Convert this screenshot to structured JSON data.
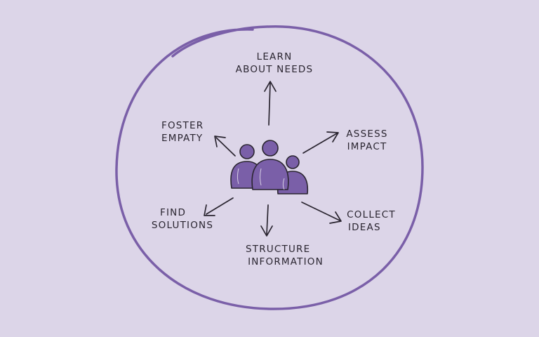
{
  "colors": {
    "background": "#dcd5e8",
    "circle": "#7a5fa8",
    "figures": "#7a5fa8",
    "ink": "#2a2530"
  },
  "labels": {
    "learn_needs": {
      "line1": "LEARN",
      "line2": "ABOUT NEEDS"
    },
    "foster_empathy": {
      "line1": "FOSTER",
      "line2": "EMPATY"
    },
    "assess_impact": {
      "line1": "ASSESS",
      "line2": "IMPACT"
    },
    "find_solutions": {
      "line1": "FIND",
      "line2": "SOLUTIONS"
    },
    "collect_ideas": {
      "line1": "COLLECT",
      "line2": "IDEAS"
    },
    "structure_information": {
      "line1": "STRUCTURE",
      "line2": "INFORMATION"
    }
  },
  "icons": {
    "center": "group-of-people-icon"
  }
}
